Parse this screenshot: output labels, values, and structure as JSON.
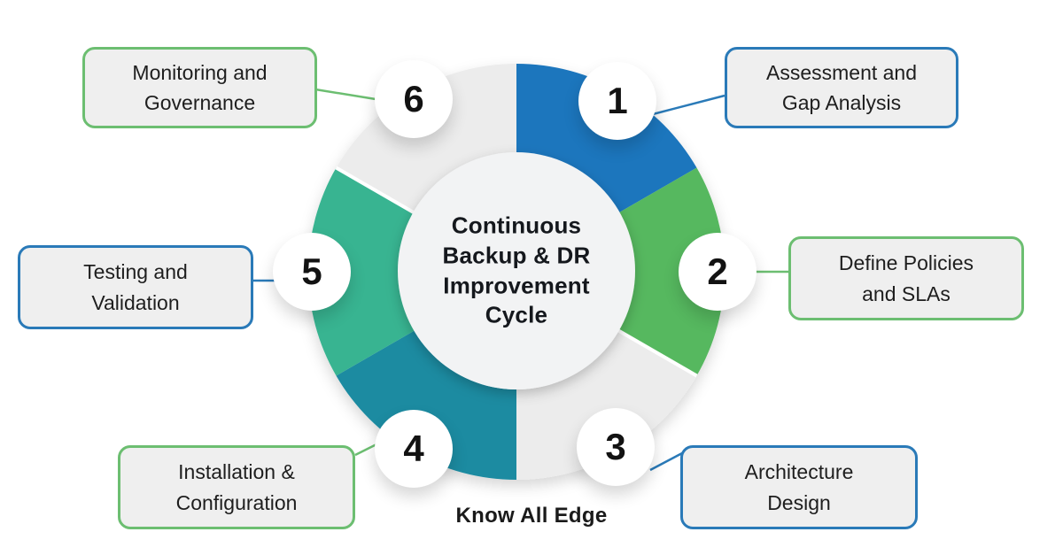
{
  "page": {
    "background": "#ffffff",
    "brand": "Know All Edge"
  },
  "center": {
    "title": "Continuous\nBackup & DR\nImprovement\nCycle",
    "circle_color": "#F2F3F4"
  },
  "colors": {
    "accent_blue": "#2A7AB8",
    "accent_green": "#6CBE71",
    "segment_gray": "#ECECEC",
    "box_background": "#EFEFEF",
    "badge_background": "#FFFFFF",
    "text_dark": "#1E1E1E"
  },
  "steps": [
    {
      "number": "1",
      "label": "Assessment and\nGap Analysis",
      "accent": "#2A7AB8",
      "segment_color": "#1E76BD"
    },
    {
      "number": "2",
      "label": "Define Policies\nand SLAs",
      "accent": "#6CBE71",
      "segment_color": "#57B85F"
    },
    {
      "number": "3",
      "label": "Architecture\nDesign",
      "accent": "#2A7AB8",
      "segment_color": "#ECECEC"
    },
    {
      "number": "4",
      "label": "Installation &\nConfiguration",
      "accent": "#6CBE71",
      "segment_color": "#1E8BA1"
    },
    {
      "number": "5",
      "label": "Testing and\nValidation",
      "accent": "#2A7AB8",
      "segment_color": "#39B491"
    },
    {
      "number": "6",
      "label": "Monitoring and\nGovernance",
      "accent": "#6CBE71",
      "segment_color": "#ECECEC"
    }
  ]
}
